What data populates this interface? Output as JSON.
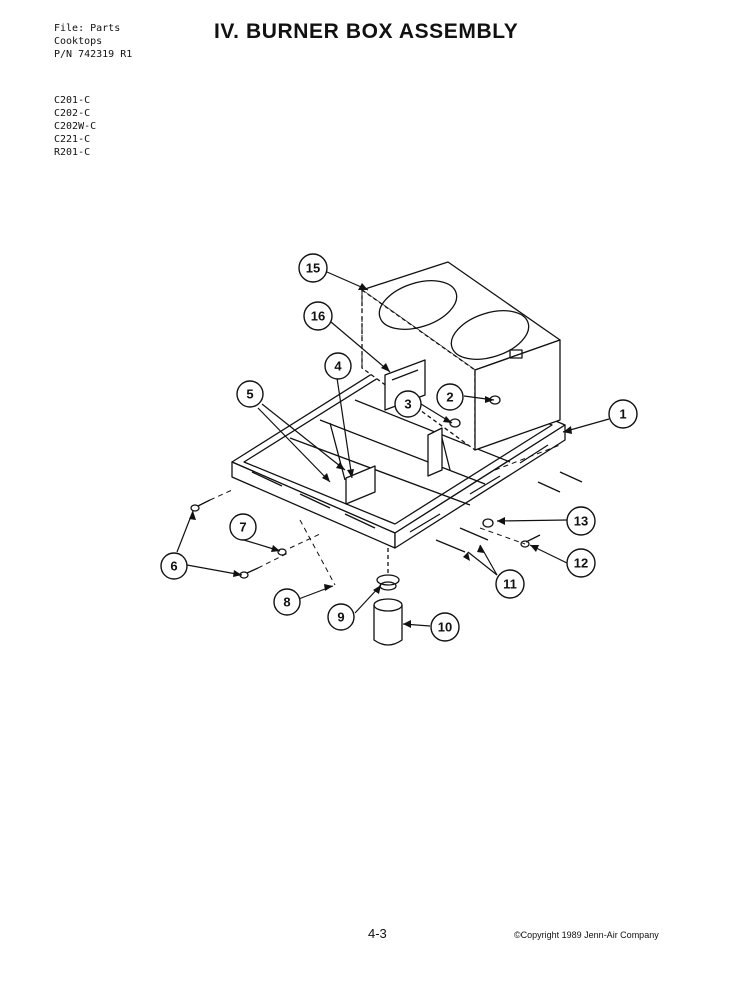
{
  "header": {
    "file_line": "File: Parts",
    "cat_line": "Cooktops",
    "pn_line": "P/N 742319 R1"
  },
  "title": "IV. BURNER BOX ASSEMBLY",
  "models": [
    "C201-C",
    "C202-C",
    "C202W-C",
    "C221-C",
    "R201-C"
  ],
  "callouts": [
    {
      "id": "callout-15",
      "label": "15"
    },
    {
      "id": "callout-16",
      "label": "16"
    },
    {
      "id": "callout-4",
      "label": "4"
    },
    {
      "id": "callout-5",
      "label": "5"
    },
    {
      "id": "callout-3",
      "label": "3"
    },
    {
      "id": "callout-2",
      "label": "2"
    },
    {
      "id": "callout-1",
      "label": "1"
    },
    {
      "id": "callout-7",
      "label": "7"
    },
    {
      "id": "callout-6",
      "label": "6"
    },
    {
      "id": "callout-8",
      "label": "8"
    },
    {
      "id": "callout-9",
      "label": "9"
    },
    {
      "id": "callout-10",
      "label": "10"
    },
    {
      "id": "callout-11",
      "label": "11"
    },
    {
      "id": "callout-12",
      "label": "12"
    },
    {
      "id": "callout-13",
      "label": "13"
    }
  ],
  "footer": {
    "page": "4-3",
    "copyright": "©Copyright 1989 Jenn-Air Company"
  }
}
